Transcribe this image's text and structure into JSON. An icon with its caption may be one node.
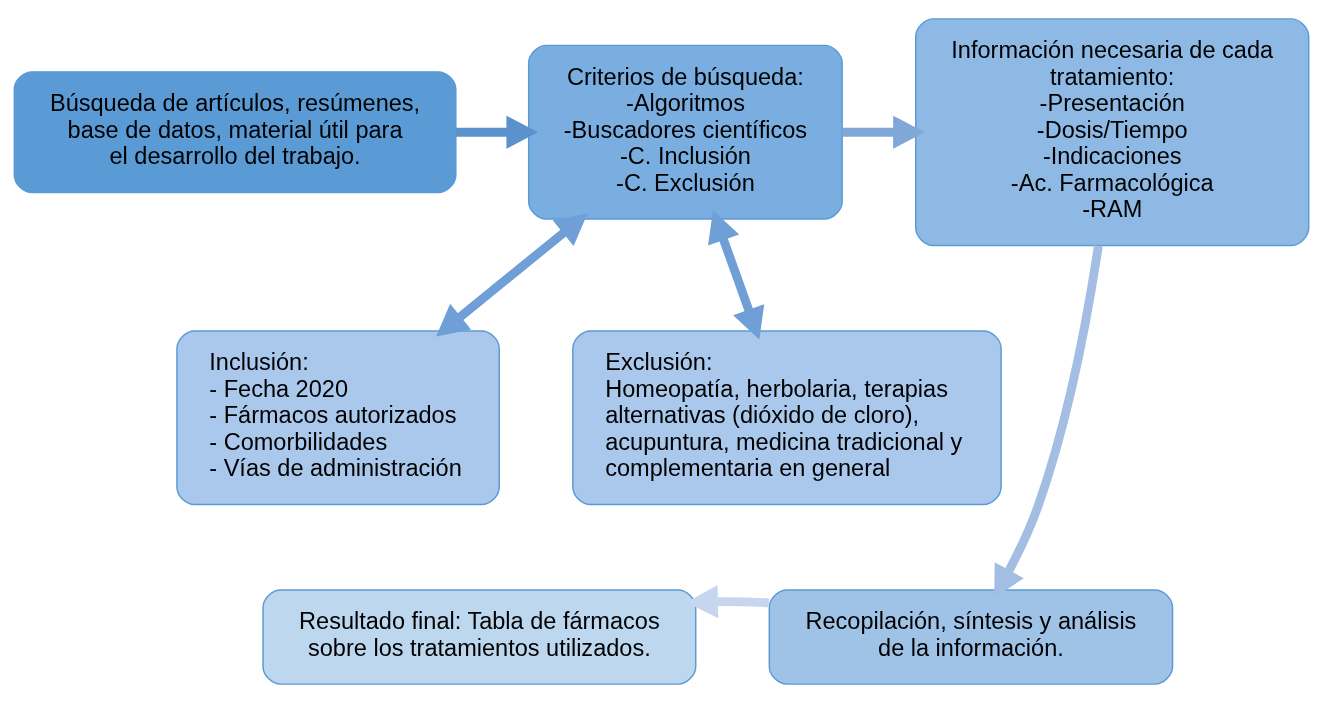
{
  "diagram": {
    "nodes": [
      {
        "text": [
          "Búsqueda de artículos, resúmenes, base de datos, material útil para el desarrollo del trabajo."
        ]
      },
      {
        "text": [
          "Criterios de búsqueda:",
          "-Algoritmos",
          "-Buscadores científicos",
          "-C. Inclusión",
          "-C. Exclusión"
        ]
      },
      {
        "text": [
          "Información necesaria de cada tratamiento:",
          "-Presentación",
          "-Dosis/Tiempo",
          "-Indicaciones",
          "-Ac. Farmacológica",
          "-RAM"
        ]
      },
      {
        "text": [
          "Inclusión:",
          "- Fecha 2020",
          "- Fármacos autorizados",
          "- Comorbilidades",
          "- Vías de administración"
        ]
      },
      {
        "text": [
          "Exclusión:",
          "Homeopatía, herbolaria, terapias alternativas (dióxido de cloro), acupuntura, medicina tradicional y complementaria en general"
        ]
      },
      {
        "text": [
          "Recopilación, síntesis y análisis de la información."
        ]
      },
      {
        "text": [
          "Resultado final: Tabla de fármacos sobre los tratamientos utilizados."
        ]
      }
    ],
    "edges": [
      {
        "from": 0,
        "to": 1,
        "arrow": "to"
      },
      {
        "from": 1,
        "to": 2,
        "arrow": "to"
      },
      {
        "from": 1,
        "to": 3,
        "arrow": "both"
      },
      {
        "from": 1,
        "to": 4,
        "arrow": "both"
      },
      {
        "from": 2,
        "to": 5,
        "arrow": "to"
      },
      {
        "from": 5,
        "to": 6,
        "arrow": "to"
      }
    ]
  }
}
